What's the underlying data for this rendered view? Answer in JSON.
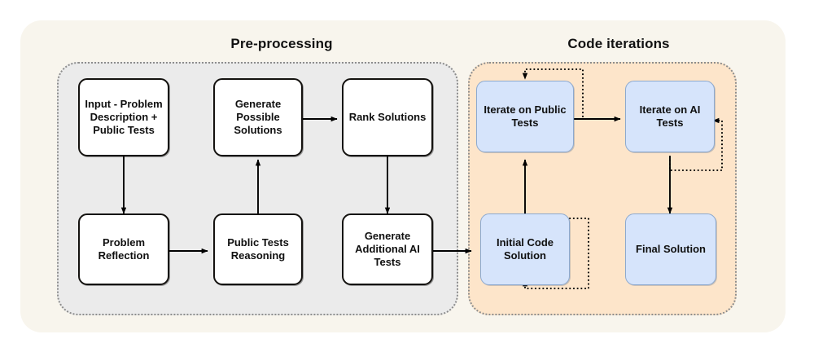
{
  "diagram": {
    "title_preprocessing": "Pre-processing",
    "title_code_iterations": "Code iterations",
    "colors": {
      "outer_card": "#f8f5ed",
      "preprocessing_panel": "#ebebeb",
      "code_panel": "#fde5ca",
      "white_node": "#ffffff",
      "blue_node": "#d6e4fb",
      "node_border_dark": "#14120f",
      "node_border_blue": "#8ca9cf",
      "arrow": "#000000",
      "panel_border": "#8d8d8d"
    }
  },
  "preprocessing": {
    "nodes": [
      {
        "id": "input-problem",
        "label": "Input - Problem Description + Public Tests"
      },
      {
        "id": "generate-possible",
        "label": "Generate Possible Solutions"
      },
      {
        "id": "rank-solutions",
        "label": "Rank Solutions"
      },
      {
        "id": "problem-reflection",
        "label": "Problem Reflection"
      },
      {
        "id": "public-tests-reason",
        "label": "Public Tests Reasoning"
      },
      {
        "id": "generate-ai-tests",
        "label": "Generate Additional AI Tests"
      }
    ]
  },
  "code_iterations": {
    "nodes": [
      {
        "id": "iterate-public-tests",
        "label": "Iterate on Public Tests"
      },
      {
        "id": "iterate-ai-tests",
        "label": "Iterate on AI Tests"
      },
      {
        "id": "initial-code",
        "label": "Initial Code Solution"
      },
      {
        "id": "final-solution",
        "label": "Final Solution"
      }
    ]
  },
  "edges": [
    {
      "from": "input-problem",
      "to": "problem-reflection",
      "style": "solid"
    },
    {
      "from": "problem-reflection",
      "to": "public-tests-reason",
      "style": "solid"
    },
    {
      "from": "public-tests-reason",
      "to": "generate-possible",
      "style": "solid"
    },
    {
      "from": "generate-possible",
      "to": "rank-solutions",
      "style": "solid"
    },
    {
      "from": "rank-solutions",
      "to": "generate-ai-tests",
      "style": "solid"
    },
    {
      "from": "generate-ai-tests",
      "to": "initial-code",
      "style": "solid"
    },
    {
      "from": "initial-code",
      "to": "iterate-public-tests",
      "style": "solid"
    },
    {
      "from": "iterate-public-tests",
      "to": "iterate-ai-tests",
      "style": "solid"
    },
    {
      "from": "iterate-ai-tests",
      "to": "final-solution",
      "style": "solid"
    },
    {
      "from": "initial-code",
      "to": "initial-code",
      "style": "dotted"
    },
    {
      "from": "iterate-public-tests",
      "to": "iterate-public-tests",
      "style": "dotted"
    },
    {
      "from": "iterate-ai-tests",
      "to": "iterate-ai-tests",
      "style": "dotted"
    }
  ]
}
